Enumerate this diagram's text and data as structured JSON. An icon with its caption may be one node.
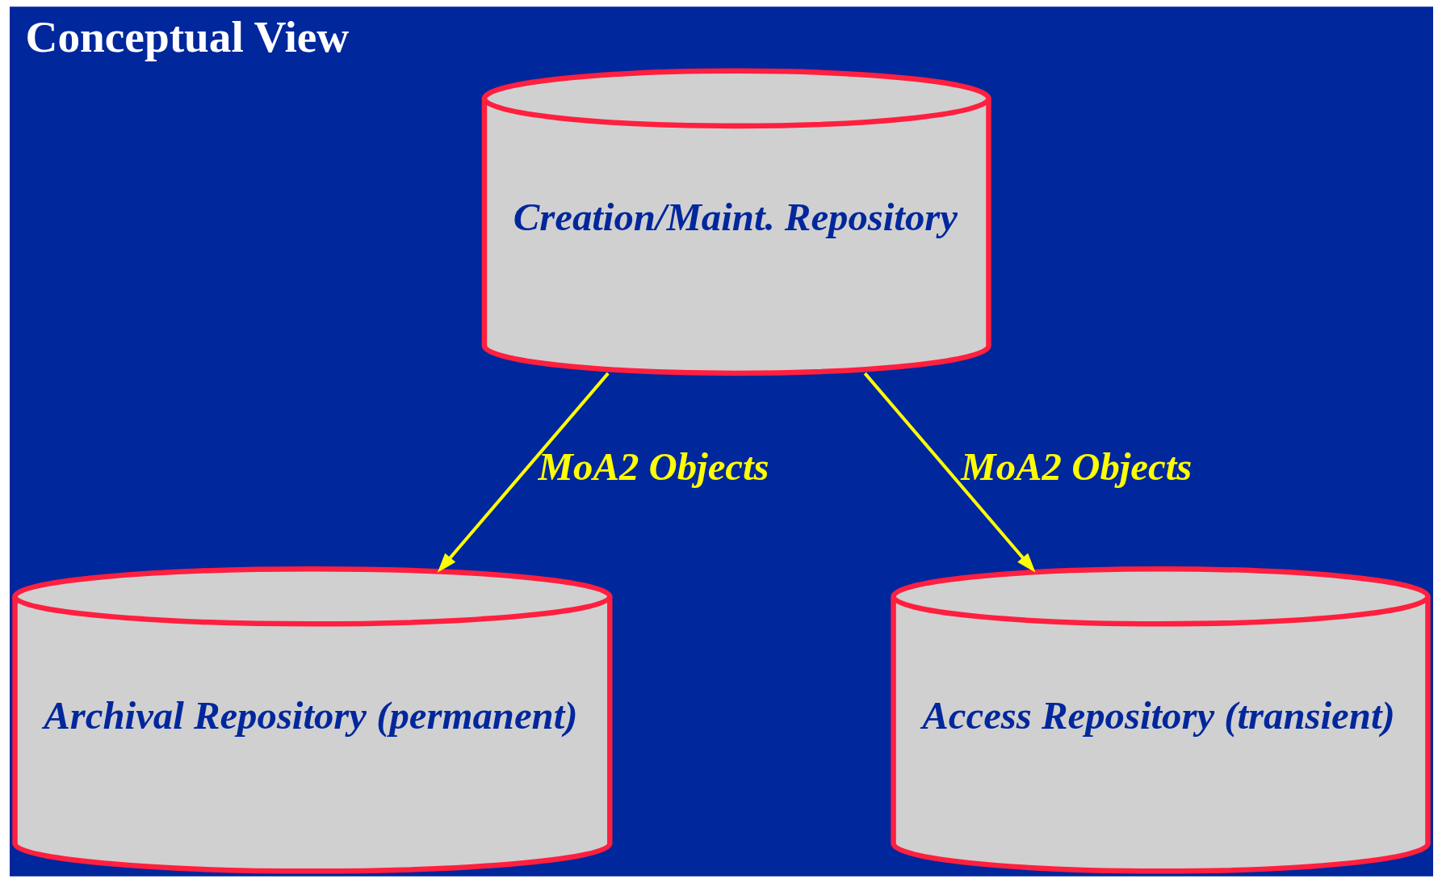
{
  "diagram": {
    "title": "Conceptual View",
    "nodes": [
      {
        "text": [
          "Creation/Maint. Repository"
        ]
      },
      {
        "text": [
          "Archival Repository (permanent)"
        ]
      },
      {
        "text": [
          "Access Repository (transient)"
        ]
      }
    ],
    "edges": [
      {
        "from": 0,
        "to": 1,
        "arrow": "to",
        "label": "MoA2 Objects"
      },
      {
        "from": 0,
        "to": 2,
        "arrow": "to",
        "label": "MoA2 Objects"
      }
    ]
  }
}
